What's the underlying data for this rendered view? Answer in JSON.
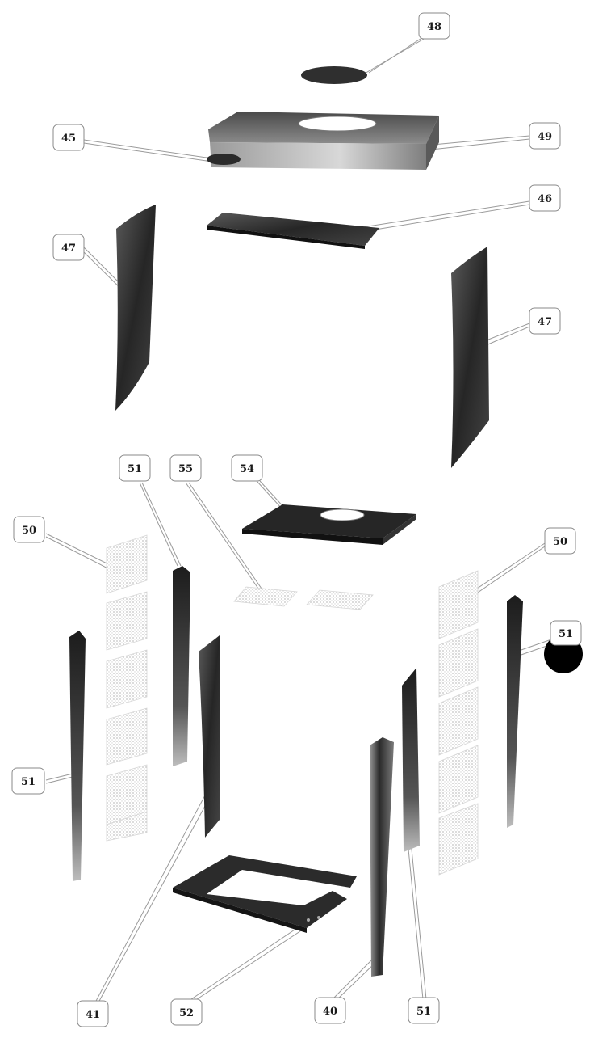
{
  "diagram": {
    "callouts": [
      {
        "id": "c48",
        "label": "48"
      },
      {
        "id": "c49",
        "label": "49"
      },
      {
        "id": "c45",
        "label": "45"
      },
      {
        "id": "c46",
        "label": "46"
      },
      {
        "id": "c47a",
        "label": "47"
      },
      {
        "id": "c47b",
        "label": "47"
      },
      {
        "id": "c51a",
        "label": "51"
      },
      {
        "id": "c55",
        "label": "55"
      },
      {
        "id": "c54",
        "label": "54"
      },
      {
        "id": "c50a",
        "label": "50"
      },
      {
        "id": "c50b",
        "label": "50"
      },
      {
        "id": "c51b",
        "label": "51"
      },
      {
        "id": "c51c",
        "label": "51"
      },
      {
        "id": "c41",
        "label": "41"
      },
      {
        "id": "c52",
        "label": "52"
      },
      {
        "id": "c40",
        "label": "40"
      },
      {
        "id": "c51d",
        "label": "51"
      }
    ]
  },
  "colors": {
    "part_dark": "#2f2f2f",
    "part_mid": "#6b6b6b",
    "part_light": "#bdbdbd",
    "dotted": "#cfcfcf",
    "callout_border": "#8a8a8a",
    "leader_line": "#9a9a9a",
    "marker": "#000000"
  }
}
